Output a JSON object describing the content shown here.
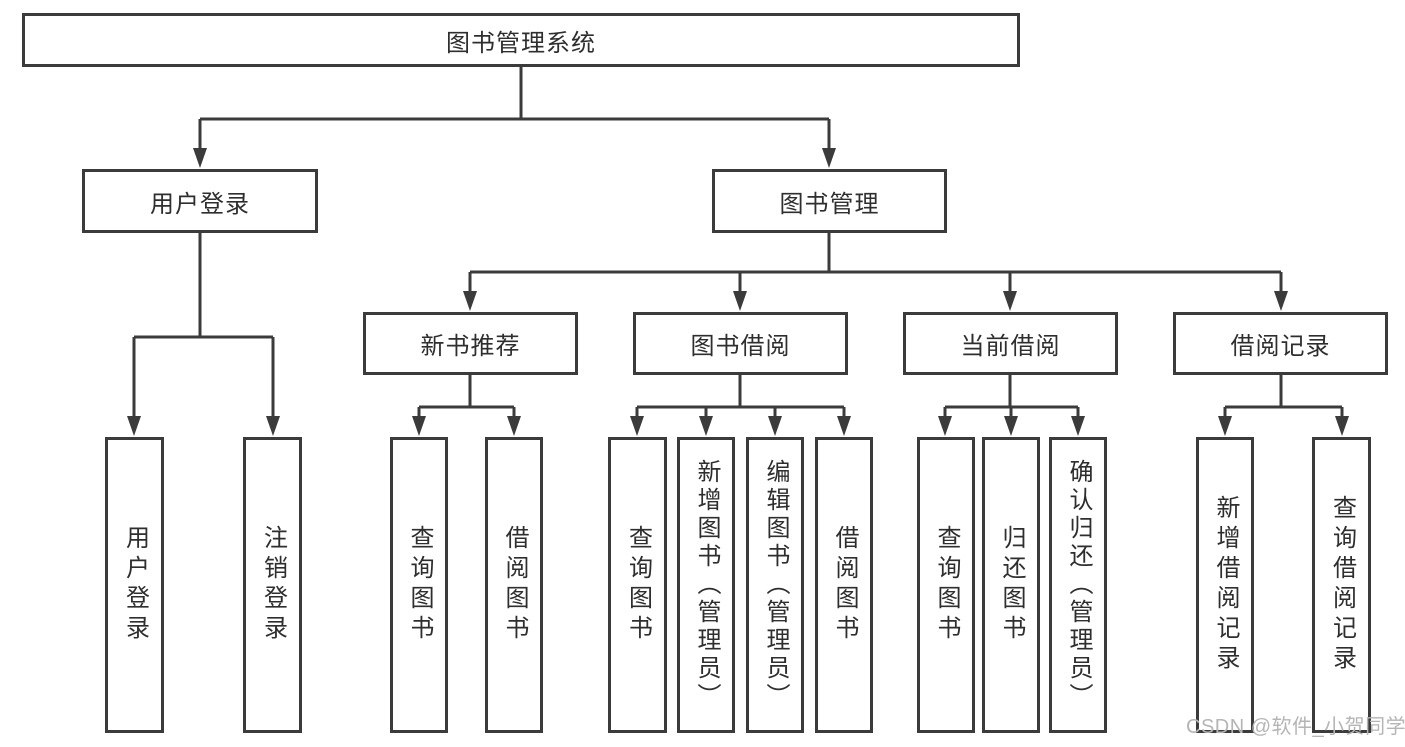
{
  "diagram": {
    "title": "图书管理系统",
    "line_color": "#3b3b3b",
    "text_color": "#2e2e2e",
    "hierarchy": {
      "label": "图书管理系统",
      "children": [
        {
          "label": "用户登录",
          "children": [
            {
              "label": "用户登录"
            },
            {
              "label": "注销登录"
            }
          ]
        },
        {
          "label": "图书管理",
          "children": [
            {
              "label": "新书推荐",
              "children": [
                {
                  "label": "查询图书"
                },
                {
                  "label": "借阅图书"
                }
              ]
            },
            {
              "label": "图书借阅",
              "children": [
                {
                  "label": "查询图书"
                },
                {
                  "label": "新增图书（管理员）"
                },
                {
                  "label": "编辑图书（管理员）"
                },
                {
                  "label": "借阅图书"
                }
              ]
            },
            {
              "label": "当前借阅",
              "children": [
                {
                  "label": "查询图书"
                },
                {
                  "label": "归还图书"
                },
                {
                  "label": "确认归还（管理员）"
                }
              ]
            },
            {
              "label": "借阅记录",
              "children": [
                {
                  "label": "新增借阅记录"
                },
                {
                  "label": "查询借阅记录"
                }
              ]
            }
          ]
        }
      ]
    }
  },
  "watermark": {
    "text": "CSDN @软件_小贺同学",
    "color": "#b5b5b5"
  }
}
